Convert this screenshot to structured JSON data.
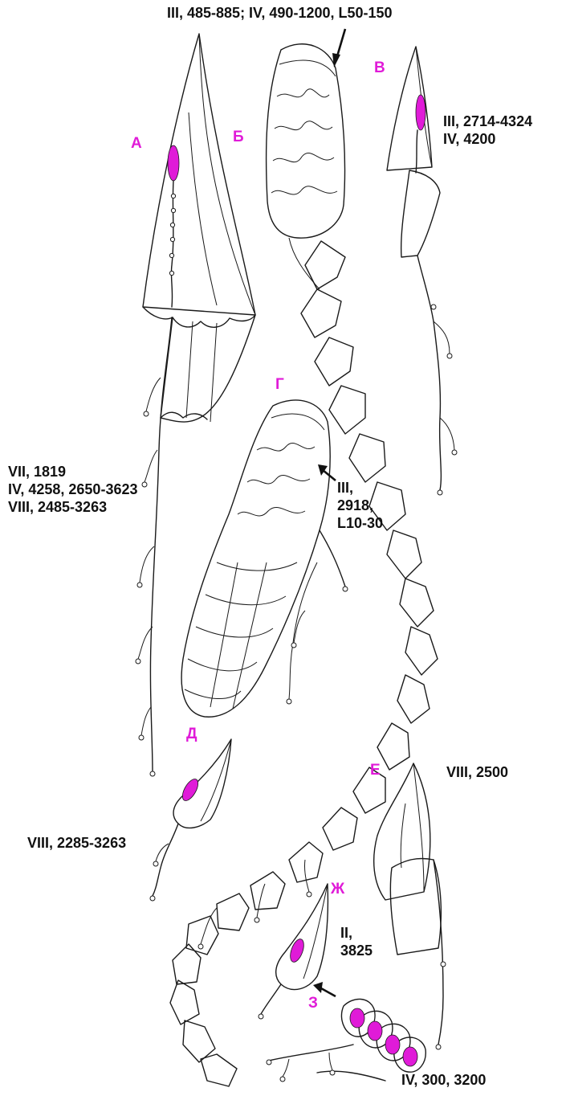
{
  "accent_color": "#e01bd8",
  "panels": {
    "a": {
      "letter": "А"
    },
    "b": {
      "letter": "Б"
    },
    "v": {
      "letter": "В"
    },
    "g": {
      "letter": "Г"
    },
    "d": {
      "letter": "Д"
    },
    "e": {
      "letter": "Е"
    },
    "zh": {
      "letter": "Ж"
    },
    "z": {
      "letter": "З"
    }
  },
  "annotations": {
    "top": "III, 485-885; IV, 490-1200, L50-150",
    "v_line1": "III, 2714-4324",
    "v_line2": "IV, 4200",
    "left_line1": "VII, 1819",
    "left_line2": "IV, 4258, 2650-3623",
    "left_line3": "VIII, 2485-3263",
    "g_line1": "III,",
    "g_line2": "2918,",
    "g_line3": "L10-30",
    "d": "VIII, 2285-3263",
    "e": "VIII, 2500",
    "zh_line1": "II,",
    "zh_line2": "3825",
    "z": "IV, 300, 3200"
  }
}
